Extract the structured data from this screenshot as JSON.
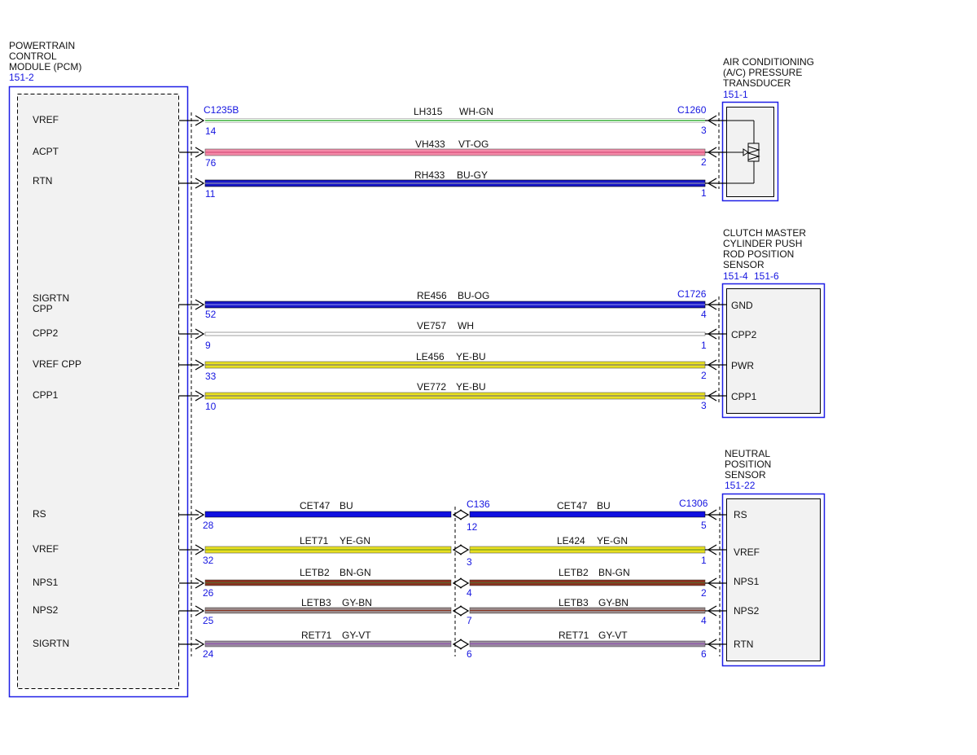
{
  "pcm": {
    "title": [
      "POWERTRAIN",
      "CONTROL",
      "MODULE (PCM)"
    ],
    "ref": "151-2",
    "pins": [
      "VREF",
      "ACPT",
      "RTN",
      "SIGRTN",
      "CPP",
      "CPP2",
      "VREF CPP",
      "CPP1",
      "RS",
      "VREF",
      "NPS1",
      "NPS2",
      "SIGRTN"
    ]
  },
  "acp": {
    "title": [
      "AIR CONDITIONING",
      "(A/C) PRESSURE",
      "TRANSDUCER"
    ],
    "ref": "151-1"
  },
  "cmc": {
    "title": [
      "CLUTCH MASTER",
      "CYLINDER PUSH",
      "ROD POSITION",
      "SENSOR"
    ],
    "ref1": "151-4",
    "ref2": "151-6",
    "pins": [
      "GND",
      "CPP2",
      "PWR",
      "CPP1"
    ]
  },
  "nps": {
    "title": [
      "NEUTRAL",
      "POSITION",
      "SENSOR"
    ],
    "ref": "151-22",
    "pins": [
      "RS",
      "VREF",
      "NPS1",
      "NPS2",
      "RTN"
    ]
  },
  "connectors": {
    "pcm": "C1235B",
    "acp": "C1260",
    "cmc": "C1726",
    "inline": "C136",
    "nps": "C1306"
  },
  "wires_left": [
    {
      "circuit": "LH315",
      "color": "WH-GN",
      "pin_left": "14",
      "pin_right": "3"
    },
    {
      "circuit": "VH433",
      "color": "VT-OG",
      "pin_left": "76",
      "pin_right": "2"
    },
    {
      "circuit": "RH433",
      "color": "BU-GY",
      "pin_left": "11",
      "pin_right": "1"
    },
    {
      "circuit": "RE456",
      "color": "BU-OG",
      "pin_left": "52",
      "pin_right": "4"
    },
    {
      "circuit": "VE757",
      "color": "WH",
      "pin_left": "9",
      "pin_right": "1"
    },
    {
      "circuit": "LE456",
      "color": "YE-BU",
      "pin_left": "33",
      "pin_right": "2"
    },
    {
      "circuit": "VE772",
      "color": "YE-BU",
      "pin_left": "10",
      "pin_right": "3"
    }
  ],
  "wires_split": [
    {
      "circuit_a": "CET47",
      "color_a": "BU",
      "pin_left": "28",
      "pin_mid": "12",
      "circuit_b": "CET47",
      "color_b": "BU",
      "pin_right": "5"
    },
    {
      "circuit_a": "LET71",
      "color_a": "YE-GN",
      "pin_left": "32",
      "pin_mid": "3",
      "circuit_b": "LE424",
      "color_b": "YE-GN",
      "pin_right": "1"
    },
    {
      "circuit_a": "LETB2",
      "color_a": "BN-GN",
      "pin_left": "26",
      "pin_mid": "4",
      "circuit_b": "LETB2",
      "color_b": "BN-GN",
      "pin_right": "2"
    },
    {
      "circuit_a": "LETB3",
      "color_a": "GY-BN",
      "pin_left": "25",
      "pin_mid": "7",
      "circuit_b": "LETB3",
      "color_b": "GY-BN",
      "pin_right": "4"
    },
    {
      "circuit_a": "RET71",
      "color_a": "GY-VT",
      "pin_left": "24",
      "pin_mid": "6",
      "circuit_b": "RET71",
      "color_b": "GY-VT",
      "pin_right": "6"
    }
  ]
}
